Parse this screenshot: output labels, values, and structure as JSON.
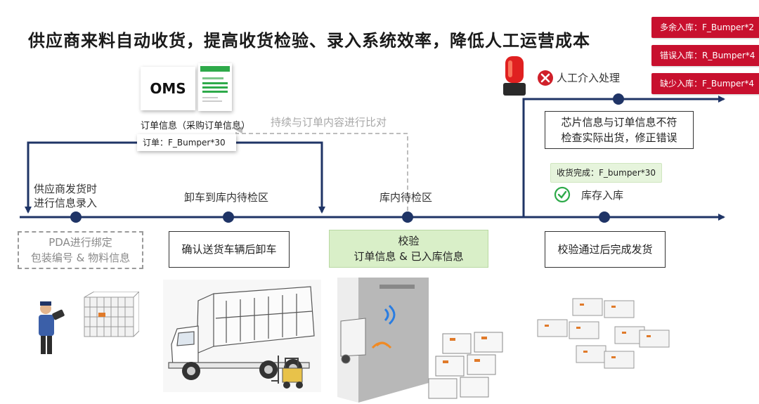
{
  "title": "供应商来料自动收货，提高收货检验、录入系统效率，降低人工运营成本",
  "alerts": [
    {
      "text": "多余入库：F_Bumper*2"
    },
    {
      "text": "错误入库：R_Bumper*4"
    },
    {
      "text": "缺少入库：F_Bumper*4"
    }
  ],
  "oms": {
    "logo": "OMS",
    "caption": "订单信息（采购订单信息）",
    "order": "订单：F_Bumper*30"
  },
  "compare_label": "持续与订单内容进行比对",
  "manual": {
    "label": "人工介入处理",
    "box_line1": "芯片信息与订单信息不符",
    "box_line2": "检查实际出货，修正错误"
  },
  "received": {
    "tag": "收货完成：F_bumper*30",
    "label": "库存入库"
  },
  "steps": [
    {
      "above_line1": "供应商发货时",
      "above_line2": "进行信息录入",
      "below_line1": "PDA进行绑定",
      "below_line2": "包装编号 & 物料信息"
    },
    {
      "above_line1": "卸车到库内待检区",
      "below_line1": "确认送货车辆后卸车"
    },
    {
      "above_line1": "库内待检区",
      "below_line1": "校验",
      "below_line2": "订单信息 & 已入库信息"
    },
    {
      "below_line1": "校验通过后完成发货"
    }
  ],
  "colors": {
    "navy": "#1f3466",
    "alert_red": "#c8102e",
    "green_fill": "#d9efc8",
    "ok_green": "#2eaa4a"
  }
}
